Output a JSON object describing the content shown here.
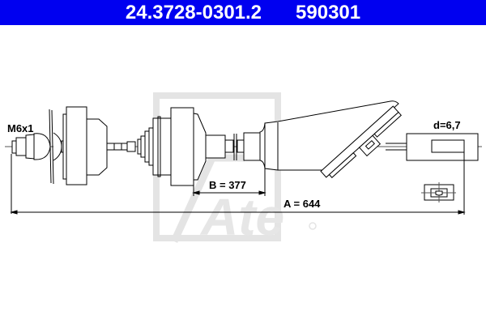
{
  "header": {
    "part_number": "24.3728-0301.2",
    "ref_number": "590301",
    "background_color": "#0000f0",
    "text_color": "#ffffff"
  },
  "drawing": {
    "thread_label": "M6x1",
    "dimension_b": "B = 377",
    "dimension_a": "A = 644",
    "diameter_label": "d=6,7",
    "watermark": "Ate",
    "watermark_color": "#e6e6e6"
  }
}
